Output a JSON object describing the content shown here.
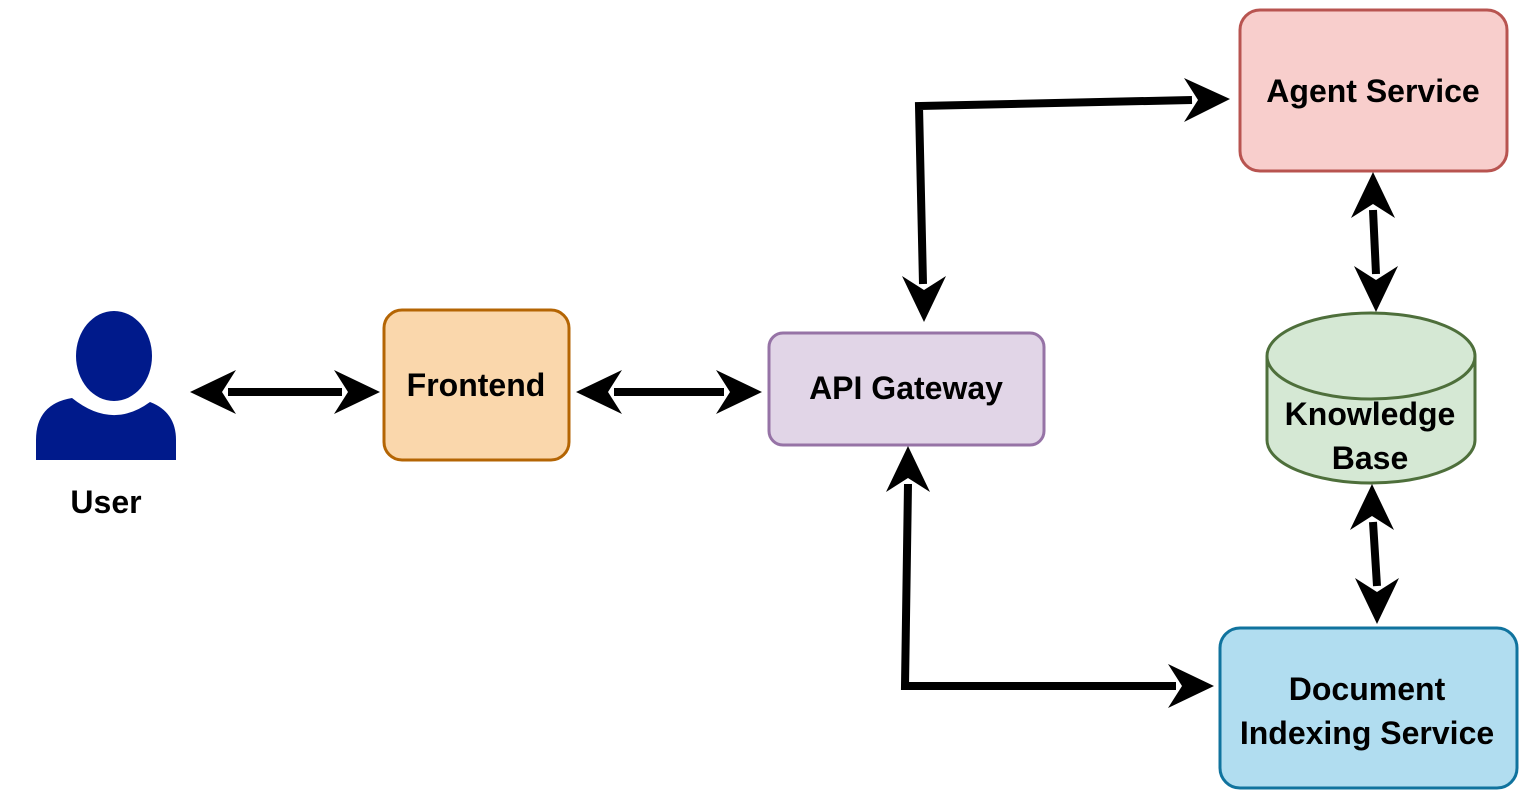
{
  "diagram": {
    "user": {
      "label": "User",
      "icon": "user-icon",
      "color": "#001A8B"
    },
    "frontend": {
      "label": "Frontend",
      "fill": "#FAD7AC",
      "stroke": "#B46504"
    },
    "api_gateway": {
      "label": "API Gateway",
      "fill": "#E1D5E7",
      "stroke": "#9673A6"
    },
    "agent_service": {
      "label": "Agent Service",
      "fill": "#F8CECC",
      "stroke": "#B85450"
    },
    "knowledge_base": {
      "label_line1": "Knowledge",
      "label_line2": "Base",
      "fill": "#D5E8D4",
      "stroke": "#4E6F3B"
    },
    "document_indexing_service": {
      "label_line1": "Document",
      "label_line2": "Indexing Service",
      "fill": "#B1DDF0",
      "stroke": "#10739E"
    },
    "connections": [
      {
        "from": "User",
        "to": "Frontend",
        "direction": "bidirectional"
      },
      {
        "from": "Frontend",
        "to": "API Gateway",
        "direction": "bidirectional"
      },
      {
        "from": "API Gateway",
        "to": "Agent Service",
        "direction": "bidirectional"
      },
      {
        "from": "API Gateway",
        "to": "Document Indexing Service",
        "direction": "bidirectional"
      },
      {
        "from": "Agent Service",
        "to": "Knowledge Base",
        "direction": "bidirectional"
      },
      {
        "from": "Knowledge Base",
        "to": "Document Indexing Service",
        "direction": "bidirectional"
      }
    ]
  }
}
